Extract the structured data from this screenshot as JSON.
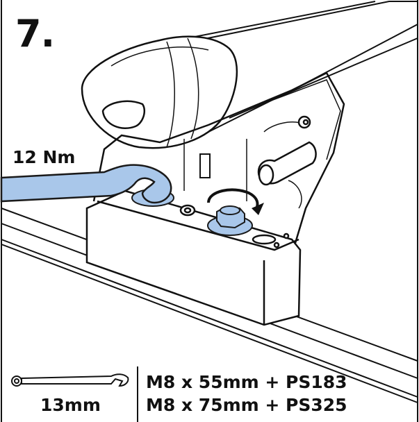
{
  "step": {
    "number": "7."
  },
  "torque": {
    "label": "12 Nm"
  },
  "tool": {
    "size_label": "13mm"
  },
  "bolts": [
    {
      "label": "M8 x 55mm + PS183"
    },
    {
      "label": "M8 x 75mm + PS325"
    }
  ],
  "colors": {
    "ink": "#111111",
    "highlight": "#a9c7ea",
    "highlight_stroke": "#1a1a1a",
    "background": "#ffffff"
  }
}
